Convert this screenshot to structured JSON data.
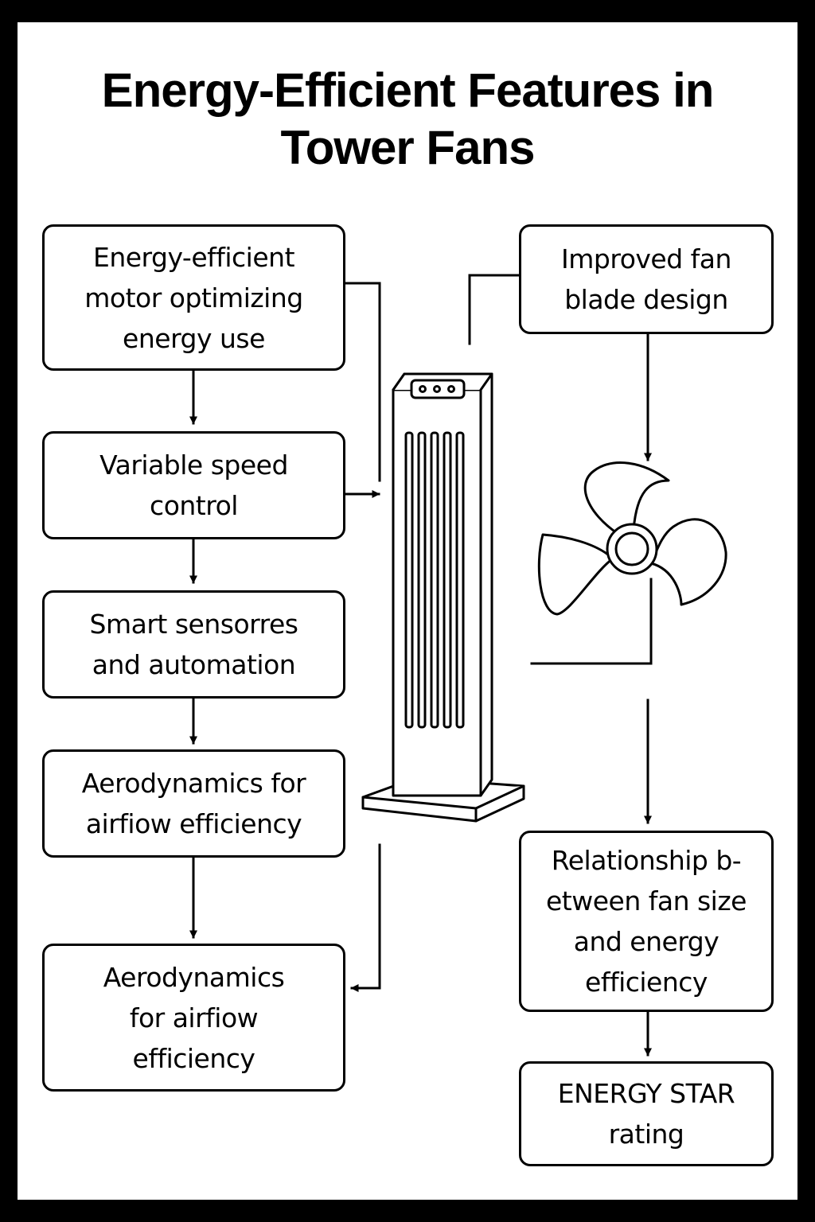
{
  "title": "Energy-Efficient Features in Tower Fans",
  "colors": {
    "background": "#000000",
    "panel": "#ffffff",
    "stroke": "#000000"
  },
  "icons": [
    "tower-fan-icon",
    "fan-blade-icon"
  ],
  "left_column": [
    {
      "id": "motor",
      "label": "Energy-efficient motor optimizing energy use"
    },
    {
      "id": "speed",
      "label": "Variable speed control"
    },
    {
      "id": "sensors",
      "label": "Smart sensorres and automation"
    },
    {
      "id": "aero1",
      "label": "Aerodynamics for airfiow efficiency"
    },
    {
      "id": "aero2",
      "label": "Aerodynamics for airfiow efficiency"
    }
  ],
  "right_column": [
    {
      "id": "blade",
      "label": "Improved fan blade design"
    },
    {
      "id": "size",
      "label": "Relationship b-etween fan size and energy efficiency"
    },
    {
      "id": "star",
      "label": "ENERGY STAR rating"
    }
  ]
}
